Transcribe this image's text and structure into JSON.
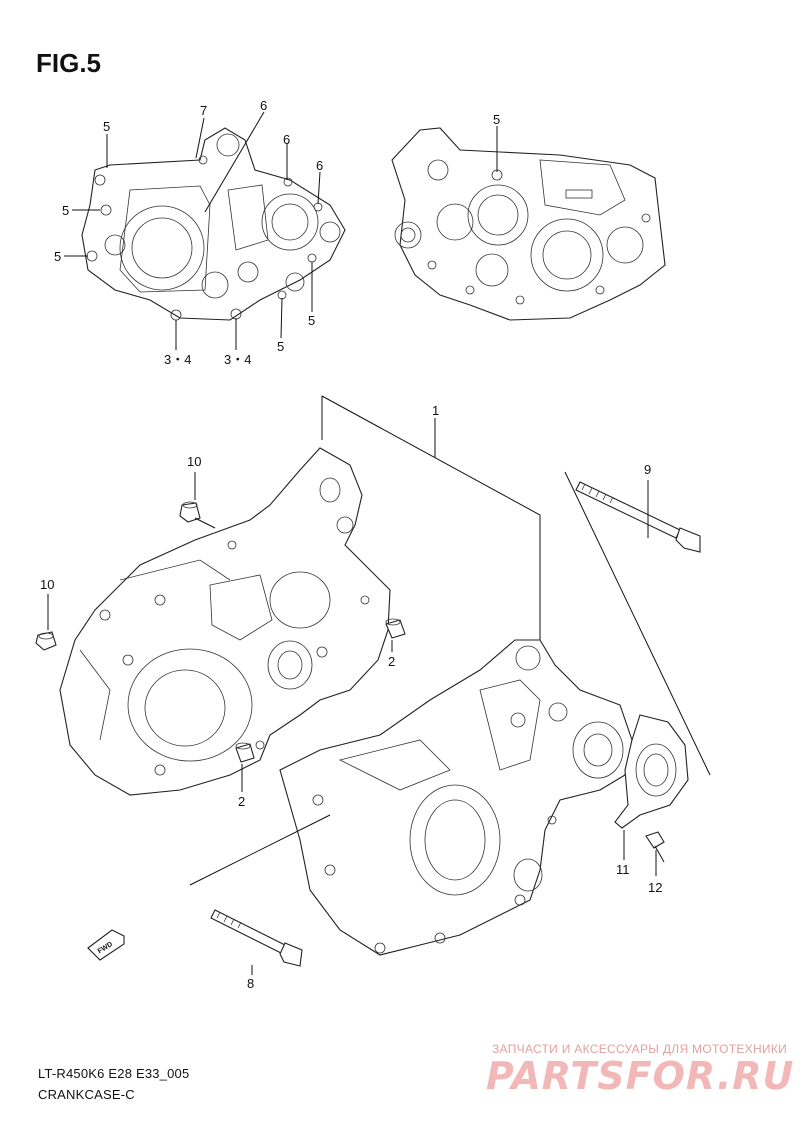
{
  "figure": {
    "title": "FIG.5"
  },
  "callouts": {
    "c1": "1",
    "c2a": "2",
    "c2b": "2",
    "c34a": "3・4",
    "c34b": "3・4",
    "c5a": "5",
    "c5b": "5",
    "c5c": "5",
    "c5d": "5",
    "c5e": "5",
    "c5f": "5",
    "c6a": "6",
    "c6b": "6",
    "c6c": "6",
    "c7": "7",
    "c8": "8",
    "c9": "9",
    "c10a": "10",
    "c10b": "10",
    "c11": "11",
    "c12": "12"
  },
  "fwd_badge": "FWD",
  "footer": {
    "model_code": "LT-R450K6 E28 E33_005",
    "part_name": "CRANKCASE-C"
  },
  "watermark": {
    "tagline": "ЗАПЧАСТИ И АКСЕССУАРЫ ДЛЯ МОТОТЕХНИКИ",
    "logo": "PARTSFOR.RU"
  }
}
